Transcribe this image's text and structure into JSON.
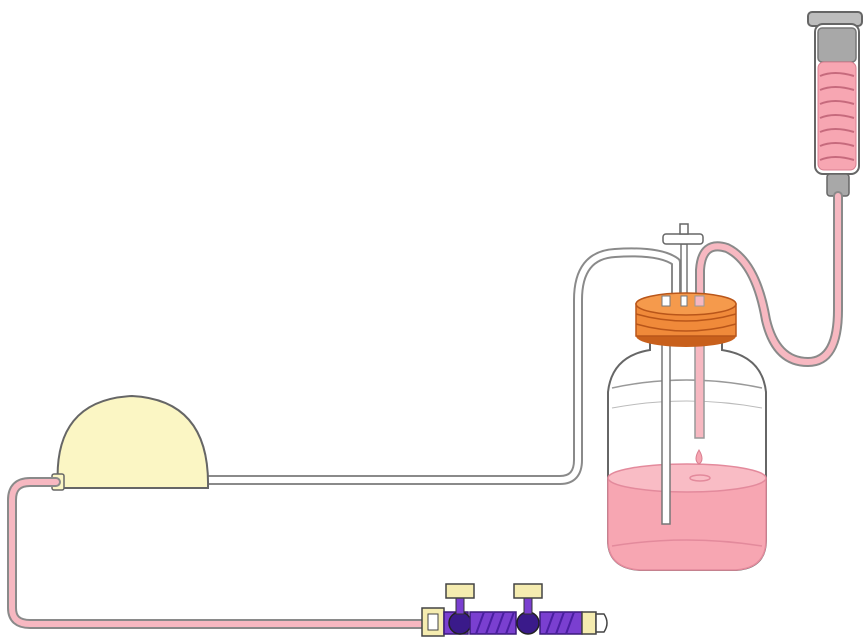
{
  "diagram": {
    "components": [
      {
        "id": "syringe",
        "icon": "syringe-icon"
      },
      {
        "id": "bottle",
        "icon": "bottle-icon"
      },
      {
        "id": "reservoir-dome",
        "icon": "dome-icon"
      },
      {
        "id": "stopcock-manifold",
        "icon": "stopcock-icon"
      }
    ],
    "colors": {
      "liquid": "#f7a6b2",
      "liquid_dark": "#e9879a",
      "tube_outline": "#8a8a8a",
      "dome": "#fbf6c4",
      "lid": "#f08a3a",
      "lid_dark": "#c8601c",
      "valve_body": "#7a3fd0",
      "valve_handle": "#f5ecb0",
      "glass": "#ffffff",
      "outline": "#555555"
    }
  }
}
